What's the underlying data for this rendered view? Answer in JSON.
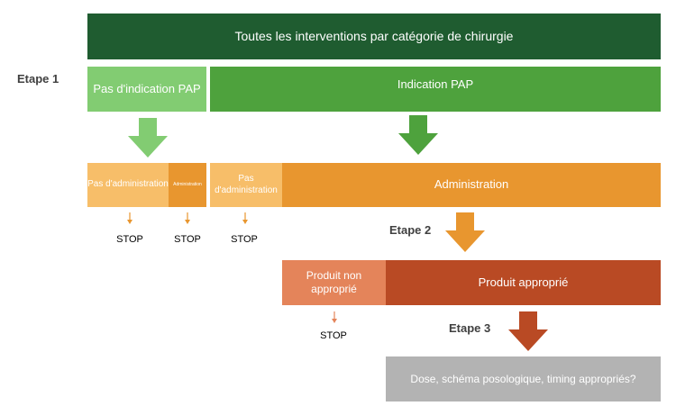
{
  "title": "Toutes les interventions par catégorie de chirurgie",
  "steps": {
    "step1": "Etape 1",
    "step2": "Etape 2",
    "step3": "Etape 3"
  },
  "level1": {
    "no_indication": "Pas d'indication PAP",
    "indication": "Indication PAP"
  },
  "level2": {
    "no_admin_left": "Pas d'administration",
    "admin_small": "Administration",
    "no_admin_right": "Pas d'administration",
    "admin_main": "Administration"
  },
  "level3": {
    "inappropriate": "Produit non approprié",
    "appropriate": "Produit approprié"
  },
  "level4": {
    "question": "Dose, schéma posologique, timing appropriés?"
  },
  "stop_label": "STOP",
  "colors": {
    "dark_green": "#1f5c30",
    "mid_green": "#4ea23d",
    "light_green": "#82cc72",
    "orange": "#e8962f",
    "light_orange": "#f7be69",
    "salmon": "#e4845a",
    "rust": "#b94a24",
    "gray": "#b3b3b3"
  }
}
